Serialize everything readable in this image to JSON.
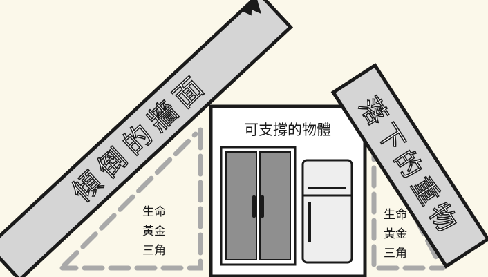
{
  "wall": {
    "label": "傾倒的牆面"
  },
  "support": {
    "label": "可支撐的物體"
  },
  "heavy": {
    "label": "落下的重物"
  },
  "triangle_left": {
    "lines": [
      "生命",
      "黃金",
      "三角"
    ]
  },
  "triangle_right": {
    "lines": [
      "生命",
      "黃金",
      "三角"
    ]
  },
  "colors": {
    "background": "#fbf8ea",
    "outline": "#1a1a1a",
    "panel_fill": "#d5d5d5",
    "dashed": "#a9a9a9",
    "cabinet_fill": "#8f8f8f",
    "fridge_fill": "#eeeeee"
  }
}
